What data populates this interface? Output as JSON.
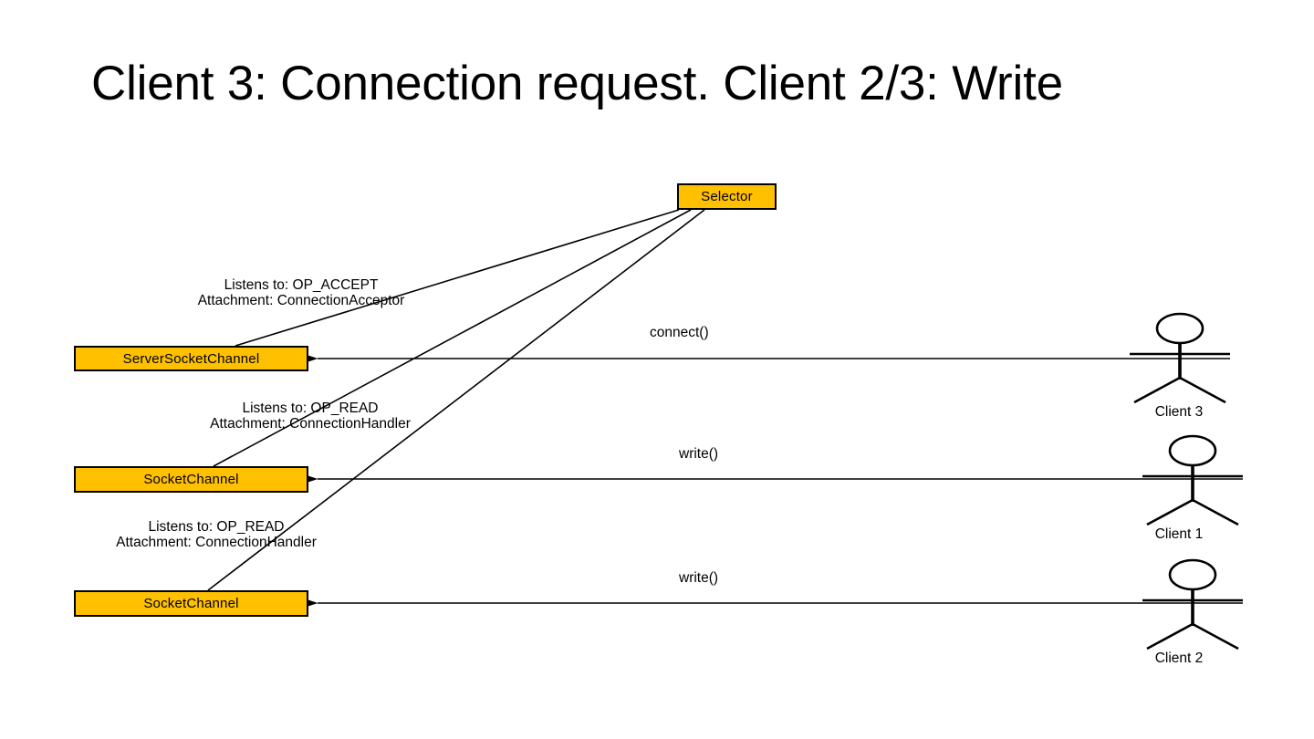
{
  "slide": {
    "title": "Client 3: Connection request. Client 2/3: Write",
    "background_color": "#ffffff"
  },
  "diagram": {
    "type": "component-interaction",
    "node_fill_color": "#FFC000",
    "node_border_color": "#000000",
    "line_color": "#000000",
    "nodes": [
      {
        "id": "selector",
        "label": "Selector"
      },
      {
        "id": "server-socket-channel",
        "label": "ServerSocketChannel"
      },
      {
        "id": "socket-channel-1",
        "label": "SocketChannel"
      },
      {
        "id": "socket-channel-2",
        "label": "SocketChannel"
      }
    ],
    "registrations": [
      {
        "id": "accept-registration",
        "from": "selector",
        "to": "server-socket-channel",
        "listens_to": "Listens to: OP_ACCEPT",
        "attachment": "Attachment: ConnectionAcceptor"
      },
      {
        "id": "read-registration-1",
        "from": "selector",
        "to": "socket-channel-1",
        "listens_to": "Listens to: OP_READ",
        "attachment": "Attachment: ConnectionHandler"
      },
      {
        "id": "read-registration-2",
        "from": "selector",
        "to": "socket-channel-2",
        "listens_to": "Listens to: OP_READ",
        "attachment": "Attachment: ConnectionHandler"
      }
    ],
    "messages": [
      {
        "id": "connect-message",
        "label": "connect()",
        "from": "client-3",
        "to": "server-socket-channel"
      },
      {
        "id": "write-message-1",
        "label": "write()",
        "from": "client-1",
        "to": "socket-channel-1"
      },
      {
        "id": "write-message-2",
        "label": "write()",
        "from": "client-2",
        "to": "socket-channel-2"
      }
    ],
    "actors": [
      {
        "id": "client-3",
        "label": "Client 3"
      },
      {
        "id": "client-1",
        "label": "Client 1"
      },
      {
        "id": "client-2",
        "label": "Client 2"
      }
    ]
  }
}
